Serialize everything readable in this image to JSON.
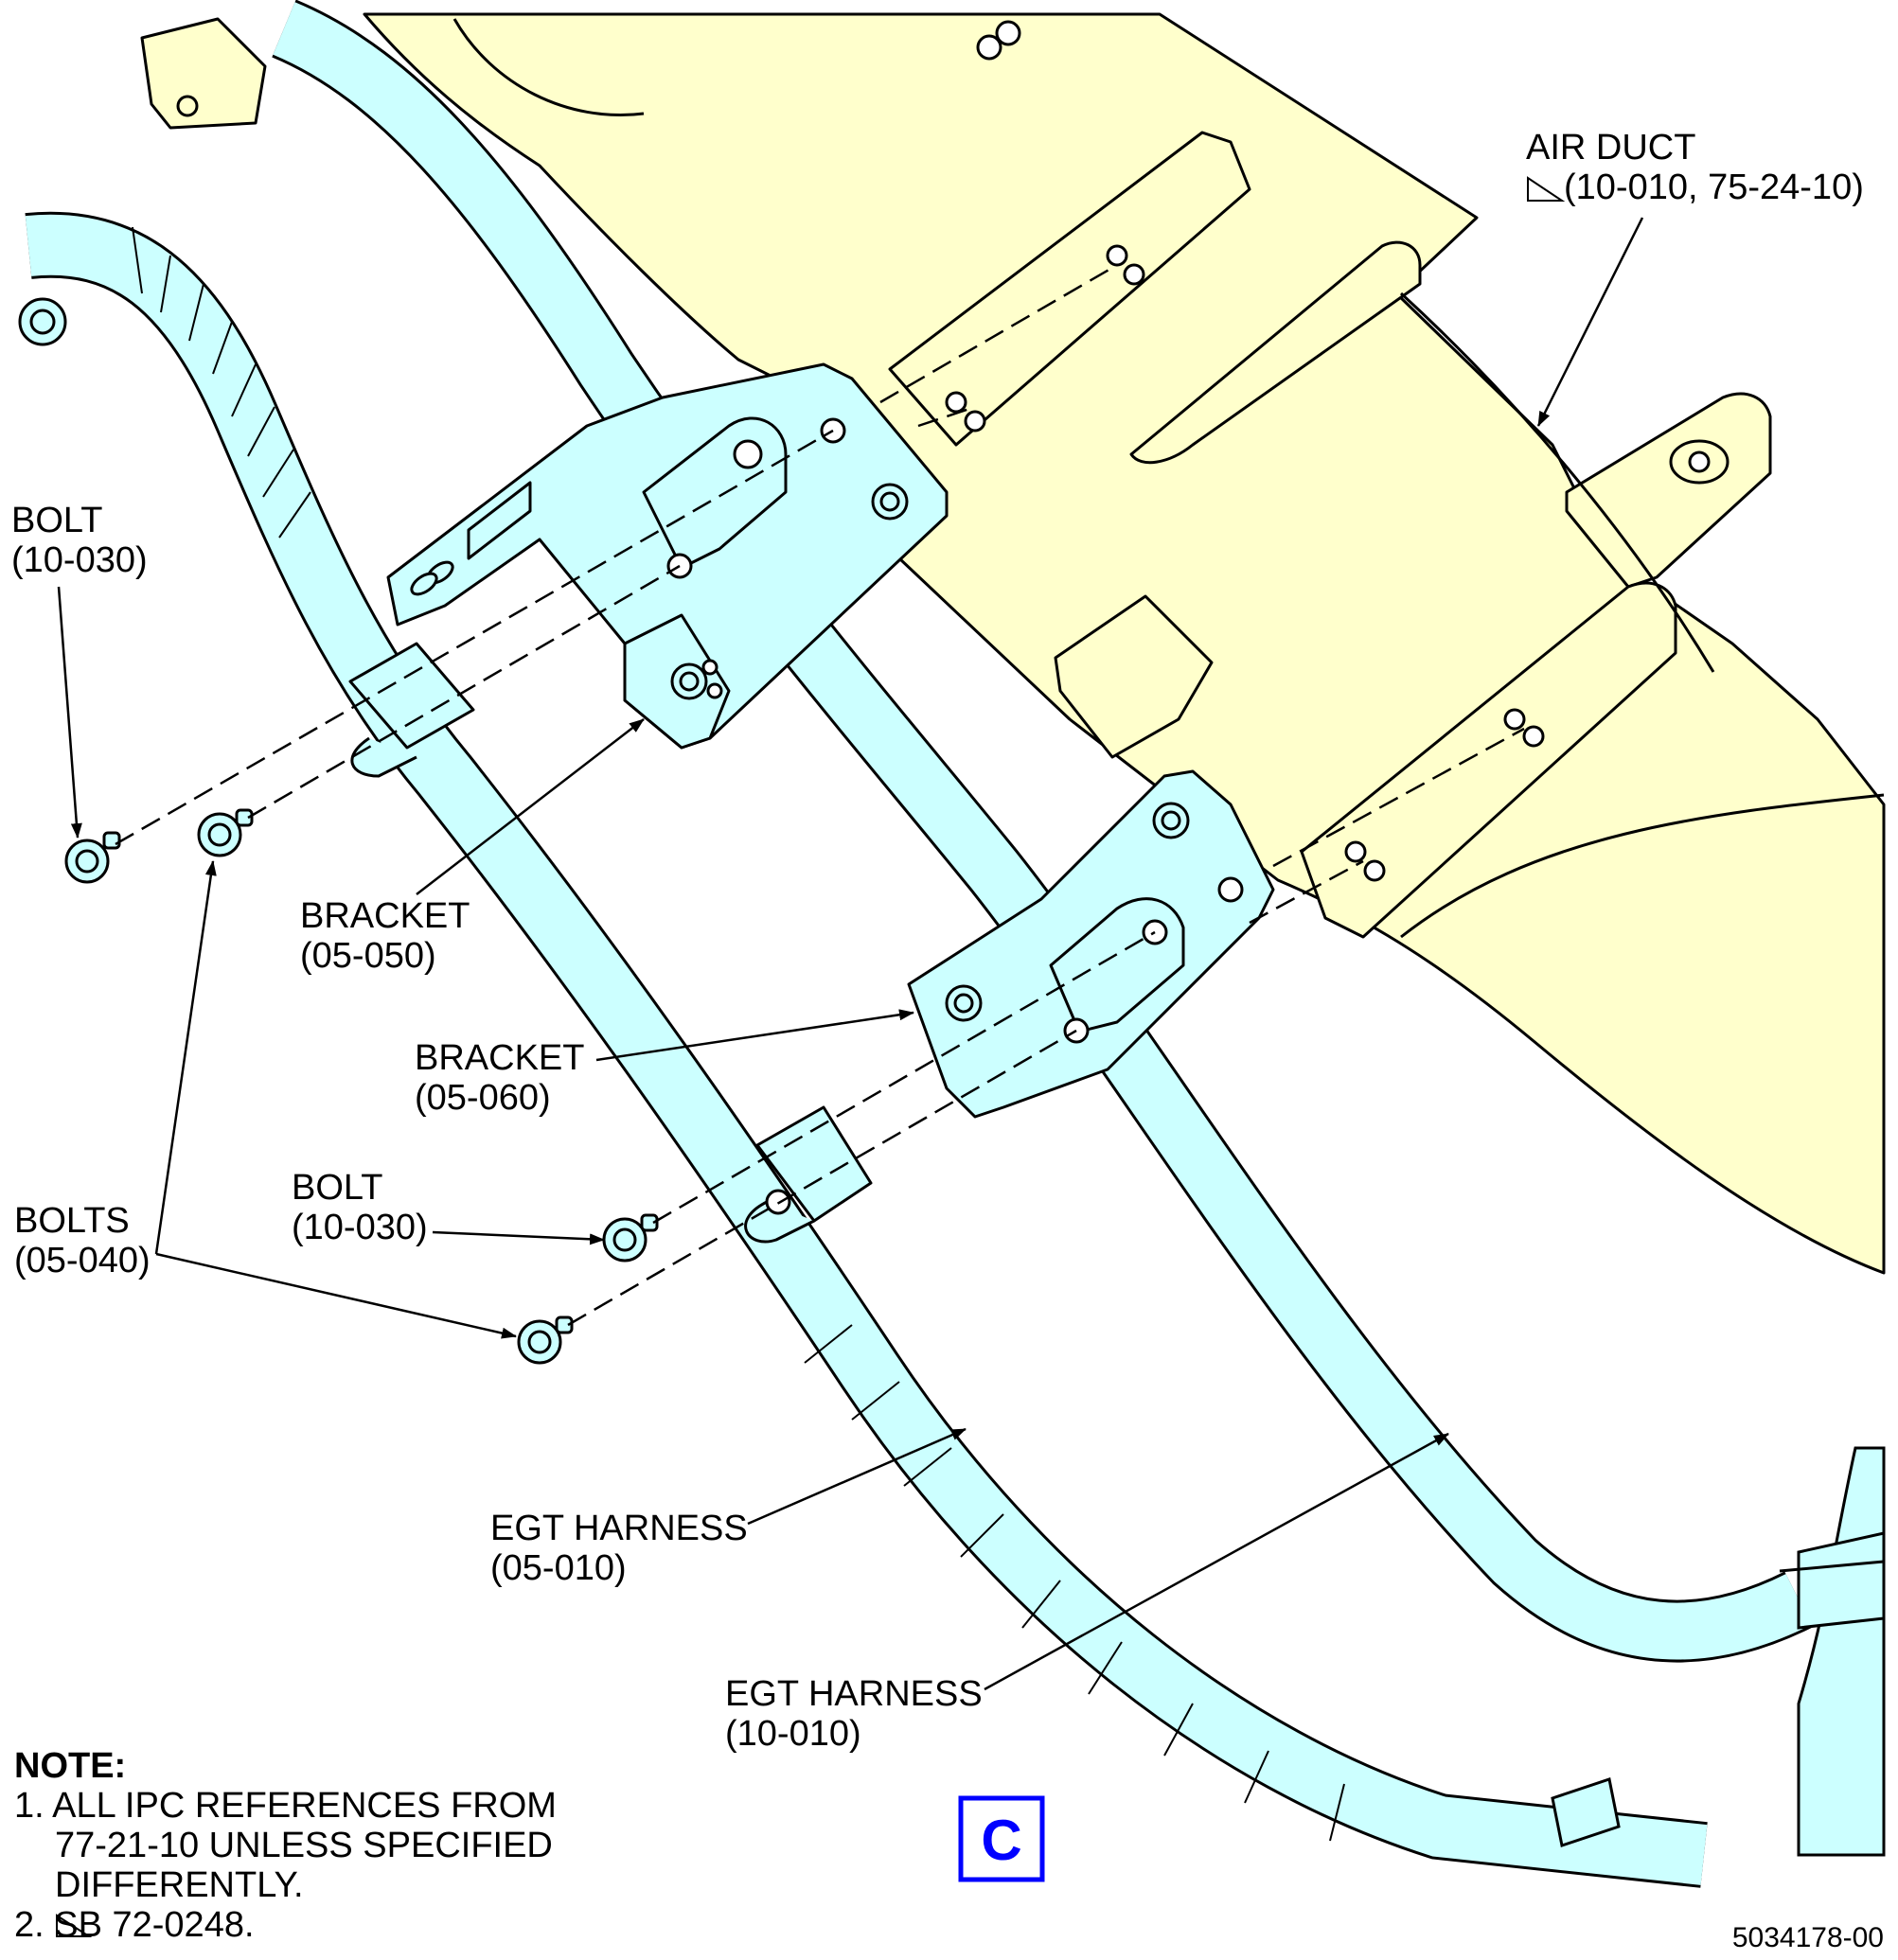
{
  "colors": {
    "harness_fill": "#ccffff",
    "duct_fill": "#ffffcc",
    "outline": "#000000",
    "view_letter": "#0000ff"
  },
  "labels": {
    "air_duct": {
      "title": "AIR DUCT",
      "ref": "(10-010, 75-24-10)",
      "marker": "triangle-sb-flag-icon"
    },
    "bolt_top": {
      "title": "BOLT",
      "ref": "(10-030)"
    },
    "bracket_050": {
      "title": "BRACKET",
      "ref": "(05-050)"
    },
    "bracket_060": {
      "title": "BRACKET",
      "ref": "(05-060)"
    },
    "bolt_mid": {
      "title": "BOLT",
      "ref": "(10-030)"
    },
    "bolts_040": {
      "title": "BOLTS",
      "ref": "(05-040)"
    },
    "egt_harness_010a": {
      "title": "EGT HARNESS",
      "ref": "(05-010)"
    },
    "egt_harness_010b": {
      "title": "EGT HARNESS",
      "ref": "(10-010)"
    }
  },
  "note": {
    "heading": "NOTE:",
    "line1": "1. ALL IPC REFERENCES FROM",
    "line2": "77-21-10 UNLESS SPECIFIED",
    "line3": "DIFFERENTLY.",
    "line4": "2.  SB 72-0248."
  },
  "view_letter": "C",
  "drawing_number": "5034178-00"
}
